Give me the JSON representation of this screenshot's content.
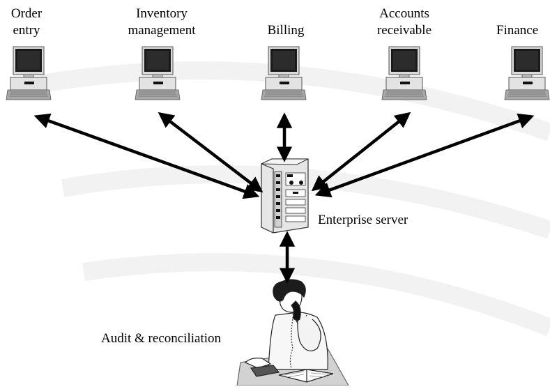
{
  "nodes": {
    "order_entry": {
      "line1": "Order",
      "line2": "entry"
    },
    "inventory": {
      "line1": "Inventory",
      "line2": "management"
    },
    "billing": {
      "line1": "Billing"
    },
    "receivable": {
      "line1": "Accounts",
      "line2": "receivable"
    },
    "finance": {
      "line1": "Finance"
    },
    "server": {
      "label": "Enterprise server"
    },
    "audit": {
      "label": "Audit & reconciliation"
    }
  },
  "colors": {
    "arrow": "#000000",
    "monitor_frame": "#d9d9d9",
    "screen": "#1a1a1a",
    "keyboard": "#a8a8a8",
    "server_body": "#e6e6e6",
    "background_arc": "#f2f2f2"
  },
  "icons": [
    "computer-icon",
    "server-icon",
    "person-on-phone-icon"
  ]
}
